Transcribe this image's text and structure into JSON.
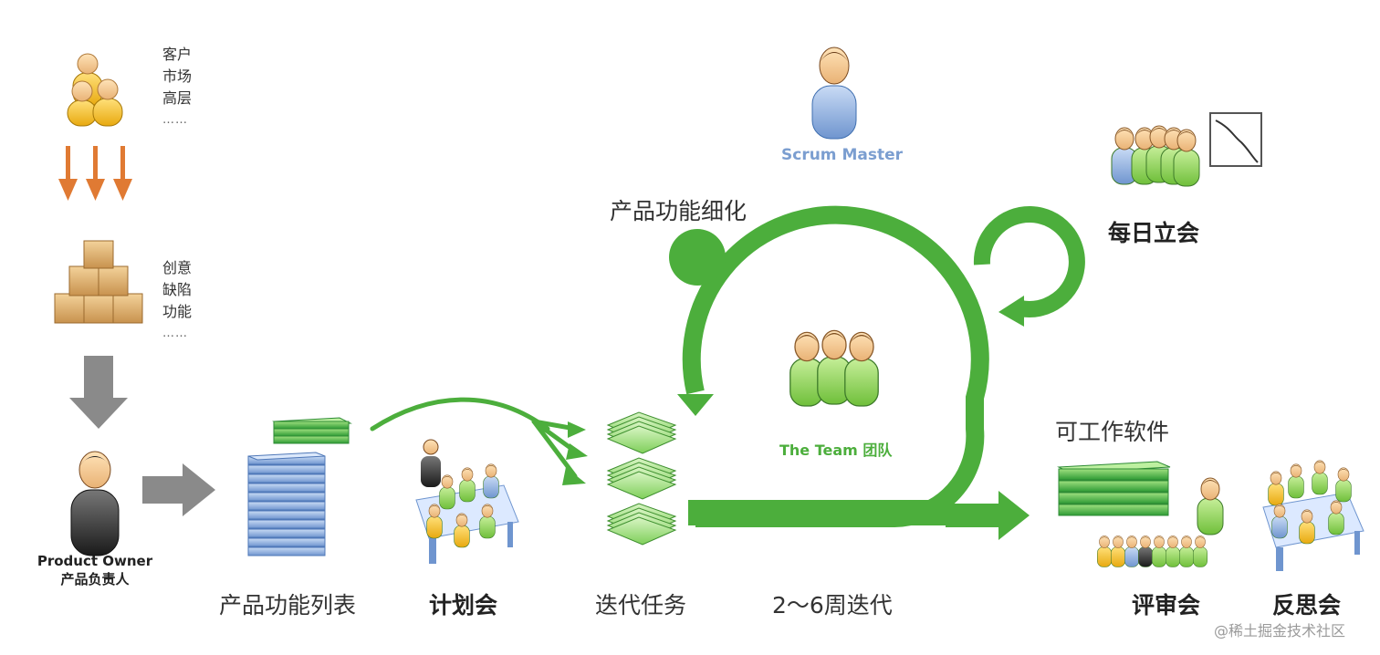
{
  "sources": {
    "lines": [
      "客户",
      "市场",
      "高层"
    ],
    "ellipsis": "……"
  },
  "ideas": {
    "lines": [
      "创意",
      "缺陷",
      "功能"
    ],
    "ellipsis": "……"
  },
  "product_owner": {
    "en": "Product Owner",
    "zh": "产品负责人"
  },
  "scrum_master": "Scrum Master",
  "refinement": "产品功能细化",
  "daily_standup": "每日立会",
  "team": "The Team 团队",
  "working_software": "可工作软件",
  "bottom_labels": {
    "backlog": "产品功能列表",
    "planning": "计划会",
    "sprint_tasks": "迭代任务",
    "sprint_length": "2～6周迭代",
    "review": "评审会",
    "retro": "反思会"
  },
  "watermark": "@稀土掘金技术社区",
  "colors": {
    "green": "#4cae3c",
    "orange_arrow": "#e07a33",
    "gray_arrow": "#8a8a8a",
    "team_blue": "#7b9ed0"
  }
}
